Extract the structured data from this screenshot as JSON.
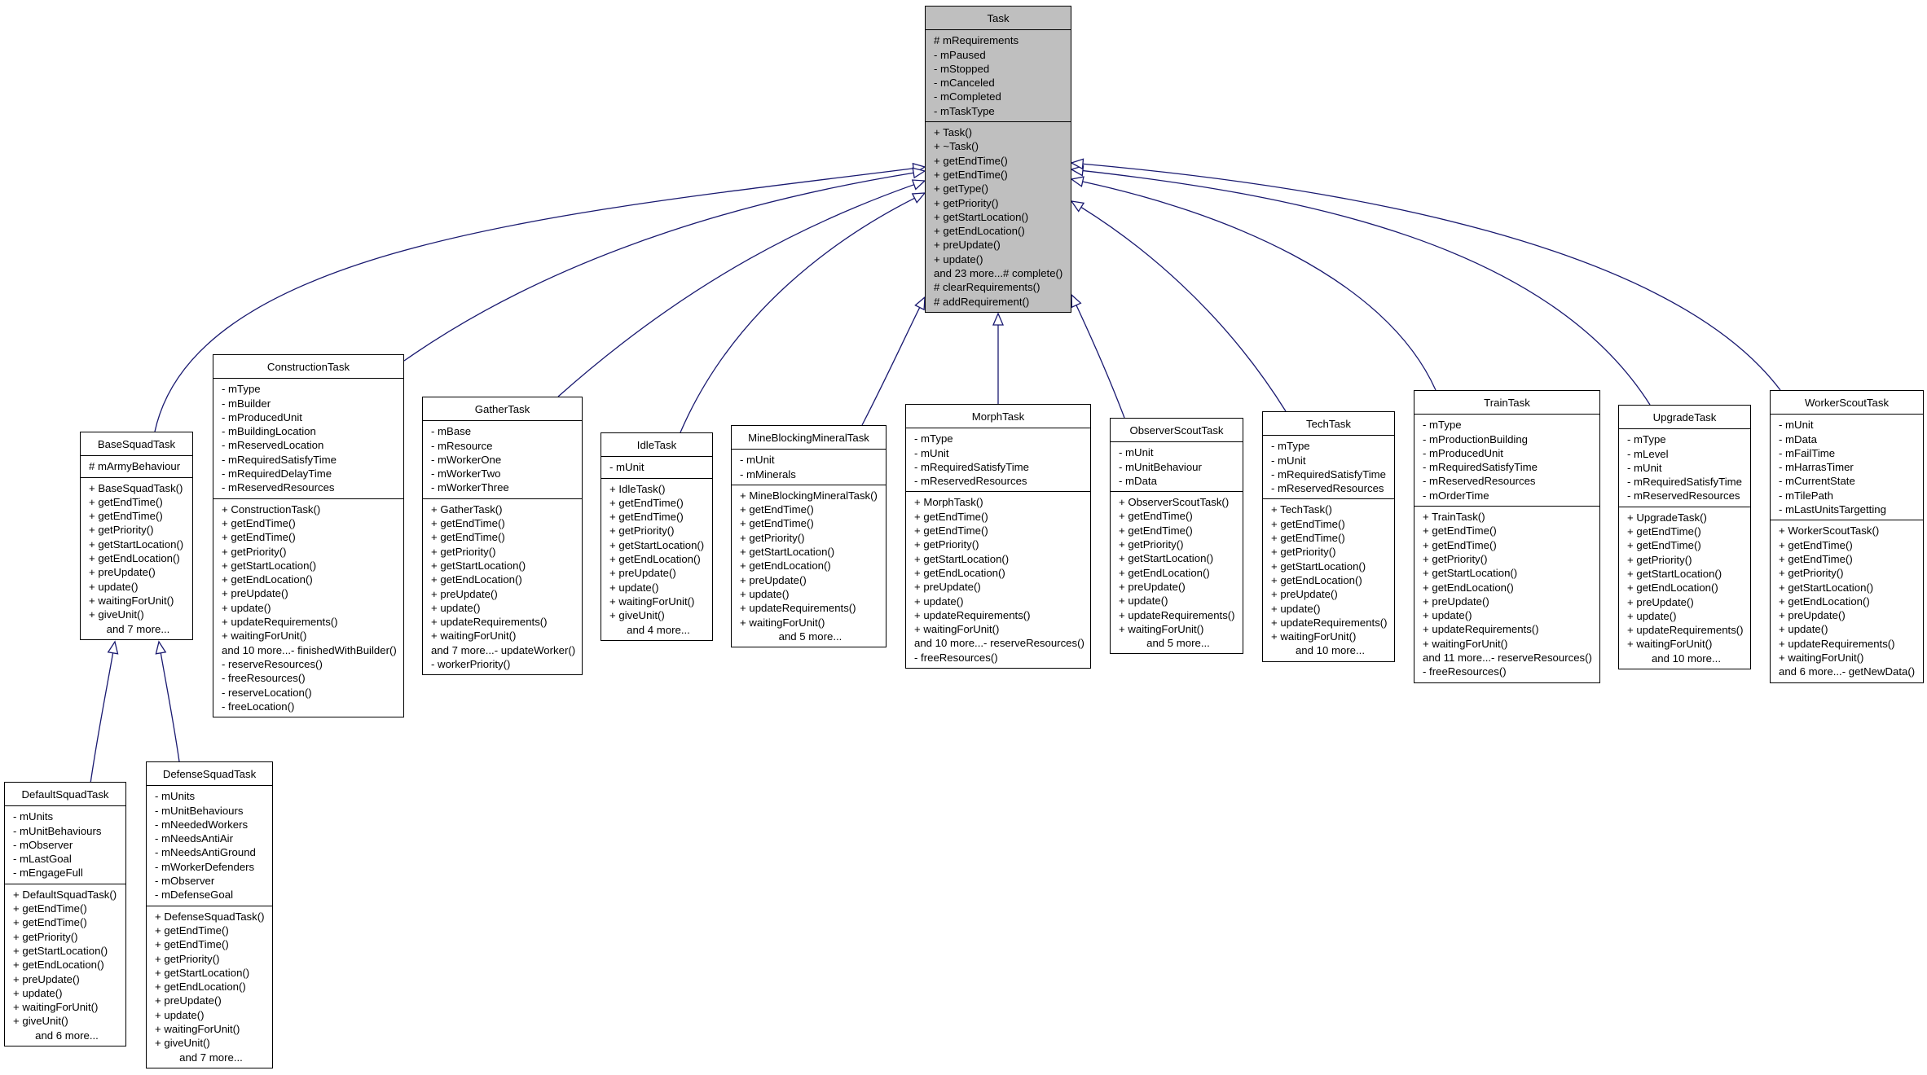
{
  "diagram": {
    "type": "uml-class-inheritance",
    "edge_color": "#191970",
    "base_fill": "#bfbfbf",
    "classes": [
      {
        "id": "Task",
        "name": "Task",
        "highlight": true,
        "attributes": [
          "# mRequirements",
          "- mPaused",
          "- mStopped",
          "- mCanceled",
          "- mCompleted",
          "- mTaskType"
        ],
        "operations": [
          "+ Task()",
          "+ ~Task()",
          "+ getEndTime()",
          "+ getEndTime()",
          "+ getType()",
          "+ getPriority()",
          "+ getStartLocation()",
          "+ getEndLocation()",
          "+ preUpdate()",
          "+ update()",
          "and 23 more...# complete()",
          "# clearRequirements()",
          "# addRequirement()"
        ],
        "more": ""
      },
      {
        "id": "BaseSquadTask",
        "name": "BaseSquadTask",
        "attributes": [
          "# mArmyBehaviour"
        ],
        "operations": [
          "+ BaseSquadTask()",
          "+ getEndTime()",
          "+ getEndTime()",
          "+ getPriority()",
          "+ getStartLocation()",
          "+ getEndLocation()",
          "+ preUpdate()",
          "+ update()",
          "+ waitingForUnit()",
          "+ giveUnit()"
        ],
        "more": "and 7 more..."
      },
      {
        "id": "ConstructionTask",
        "name": "ConstructionTask",
        "attributes": [
          "- mType",
          "- mBuilder",
          "- mProducedUnit",
          "- mBuildingLocation",
          "- mReservedLocation",
          "- mRequiredSatisfyTime",
          "- mRequiredDelayTime",
          "- mReservedResources"
        ],
        "operations": [
          "+ ConstructionTask()",
          "+ getEndTime()",
          "+ getEndTime()",
          "+ getPriority()",
          "+ getStartLocation()",
          "+ getEndLocation()",
          "+ preUpdate()",
          "+ update()",
          "+ updateRequirements()",
          "+ waitingForUnit()",
          "and 10 more...- finishedWithBuilder()",
          "- reserveResources()",
          "- freeResources()",
          "- reserveLocation()",
          "- freeLocation()"
        ],
        "more": ""
      },
      {
        "id": "GatherTask",
        "name": "GatherTask",
        "attributes": [
          "- mBase",
          "- mResource",
          "- mWorkerOne",
          "- mWorkerTwo",
          "- mWorkerThree"
        ],
        "operations": [
          "+ GatherTask()",
          "+ getEndTime()",
          "+ getEndTime()",
          "+ getPriority()",
          "+ getStartLocation()",
          "+ getEndLocation()",
          "+ preUpdate()",
          "+ update()",
          "+ updateRequirements()",
          "+ waitingForUnit()",
          "and 7 more...- updateWorker()",
          "- workerPriority()"
        ],
        "more": ""
      },
      {
        "id": "IdleTask",
        "name": "IdleTask",
        "attributes": [
          "- mUnit"
        ],
        "operations": [
          "+ IdleTask()",
          "+ getEndTime()",
          "+ getEndTime()",
          "+ getPriority()",
          "+ getStartLocation()",
          "+ getEndLocation()",
          "+ preUpdate()",
          "+ update()",
          "+ waitingForUnit()",
          "+ giveUnit()"
        ],
        "more": "and 4 more..."
      },
      {
        "id": "MineBlockingMineralTask",
        "name": "MineBlockingMineralTask",
        "attributes": [
          "- mUnit",
          "- mMinerals"
        ],
        "operations": [
          "+ MineBlockingMineralTask()",
          "+ getEndTime()",
          "+ getEndTime()",
          "+ getPriority()",
          "+ getStartLocation()",
          "+ getEndLocation()",
          "+ preUpdate()",
          "+ update()",
          "+ updateRequirements()",
          "+ waitingForUnit()"
        ],
        "more": "and 5 more..."
      },
      {
        "id": "MorphTask",
        "name": "MorphTask",
        "attributes": [
          "- mType",
          "- mUnit",
          "- mRequiredSatisfyTime",
          "- mReservedResources"
        ],
        "operations": [
          "+ MorphTask()",
          "+ getEndTime()",
          "+ getEndTime()",
          "+ getPriority()",
          "+ getStartLocation()",
          "+ getEndLocation()",
          "+ preUpdate()",
          "+ update()",
          "+ updateRequirements()",
          "+ waitingForUnit()",
          "and 10 more...- reserveResources()",
          "- freeResources()"
        ],
        "more": ""
      },
      {
        "id": "ObserverScoutTask",
        "name": "ObserverScoutTask",
        "attributes": [
          "- mUnit",
          "- mUnitBehaviour",
          "- mData"
        ],
        "operations": [
          "+ ObserverScoutTask()",
          "+ getEndTime()",
          "+ getEndTime()",
          "+ getPriority()",
          "+ getStartLocation()",
          "+ getEndLocation()",
          "+ preUpdate()",
          "+ update()",
          "+ updateRequirements()",
          "+ waitingForUnit()"
        ],
        "more": "and 5 more..."
      },
      {
        "id": "TechTask",
        "name": "TechTask",
        "attributes": [
          "- mType",
          "- mUnit",
          "- mRequiredSatisfyTime",
          "- mReservedResources"
        ],
        "operations": [
          "+ TechTask()",
          "+ getEndTime()",
          "+ getEndTime()",
          "+ getPriority()",
          "+ getStartLocation()",
          "+ getEndLocation()",
          "+ preUpdate()",
          "+ update()",
          "+ updateRequirements()",
          "+ waitingForUnit()"
        ],
        "more": "and 10 more..."
      },
      {
        "id": "TrainTask",
        "name": "TrainTask",
        "attributes": [
          "- mType",
          "- mProductionBuilding",
          "- mProducedUnit",
          "- mRequiredSatisfyTime",
          "- mReservedResources",
          "- mOrderTime"
        ],
        "operations": [
          "+ TrainTask()",
          "+ getEndTime()",
          "+ getEndTime()",
          "+ getPriority()",
          "+ getStartLocation()",
          "+ getEndLocation()",
          "+ preUpdate()",
          "+ update()",
          "+ updateRequirements()",
          "+ waitingForUnit()",
          "and 11 more...- reserveResources()",
          "- freeResources()"
        ],
        "more": ""
      },
      {
        "id": "UpgradeTask",
        "name": "UpgradeTask",
        "attributes": [
          "- mType",
          "- mLevel",
          "- mUnit",
          "- mRequiredSatisfyTime",
          "- mReservedResources"
        ],
        "operations": [
          "+ UpgradeTask()",
          "+ getEndTime()",
          "+ getEndTime()",
          "+ getPriority()",
          "+ getStartLocation()",
          "+ getEndLocation()",
          "+ preUpdate()",
          "+ update()",
          "+ updateRequirements()",
          "+ waitingForUnit()"
        ],
        "more": "and 10 more..."
      },
      {
        "id": "WorkerScoutTask",
        "name": "WorkerScoutTask",
        "attributes": [
          "- mUnit",
          "- mData",
          "- mFailTime",
          "- mHarrasTimer",
          "- mCurrentState",
          "- mTilePath",
          "- mLastUnitsTargetting"
        ],
        "operations": [
          "+ WorkerScoutTask()",
          "+ getEndTime()",
          "+ getEndTime()",
          "+ getPriority()",
          "+ getStartLocation()",
          "+ getEndLocation()",
          "+ preUpdate()",
          "+ update()",
          "+ updateRequirements()",
          "+ waitingForUnit()",
          "and 6 more...- getNewData()"
        ],
        "more": ""
      },
      {
        "id": "DefaultSquadTask",
        "name": "DefaultSquadTask",
        "attributes": [
          "- mUnits",
          "- mUnitBehaviours",
          "- mObserver",
          "- mLastGoal",
          "- mEngageFull"
        ],
        "operations": [
          "+ DefaultSquadTask()",
          "+ getEndTime()",
          "+ getEndTime()",
          "+ getPriority()",
          "+ getStartLocation()",
          "+ getEndLocation()",
          "+ preUpdate()",
          "+ update()",
          "+ waitingForUnit()",
          "+ giveUnit()"
        ],
        "more": "and 6 more..."
      },
      {
        "id": "DefenseSquadTask",
        "name": "DefenseSquadTask",
        "attributes": [
          "- mUnits",
          "- mUnitBehaviours",
          "- mNeededWorkers",
          "- mNeedsAntiAir",
          "- mNeedsAntiGround",
          "- mWorkerDefenders",
          "- mObserver",
          "- mDefenseGoal"
        ],
        "operations": [
          "+ DefenseSquadTask()",
          "+ getEndTime()",
          "+ getEndTime()",
          "+ getPriority()",
          "+ getStartLocation()",
          "+ getEndLocation()",
          "+ preUpdate()",
          "+ update()",
          "+ waitingForUnit()",
          "+ giveUnit()"
        ],
        "more": "and 7 more..."
      }
    ],
    "inheritance": [
      {
        "child": "BaseSquadTask",
        "parent": "Task"
      },
      {
        "child": "ConstructionTask",
        "parent": "Task"
      },
      {
        "child": "GatherTask",
        "parent": "Task"
      },
      {
        "child": "IdleTask",
        "parent": "Task"
      },
      {
        "child": "MineBlockingMineralTask",
        "parent": "Task"
      },
      {
        "child": "MorphTask",
        "parent": "Task"
      },
      {
        "child": "ObserverScoutTask",
        "parent": "Task"
      },
      {
        "child": "TechTask",
        "parent": "Task"
      },
      {
        "child": "TrainTask",
        "parent": "Task"
      },
      {
        "child": "UpgradeTask",
        "parent": "Task"
      },
      {
        "child": "WorkerScoutTask",
        "parent": "Task"
      },
      {
        "child": "DefaultSquadTask",
        "parent": "BaseSquadTask"
      },
      {
        "child": "DefenseSquadTask",
        "parent": "BaseSquadTask"
      }
    ]
  }
}
